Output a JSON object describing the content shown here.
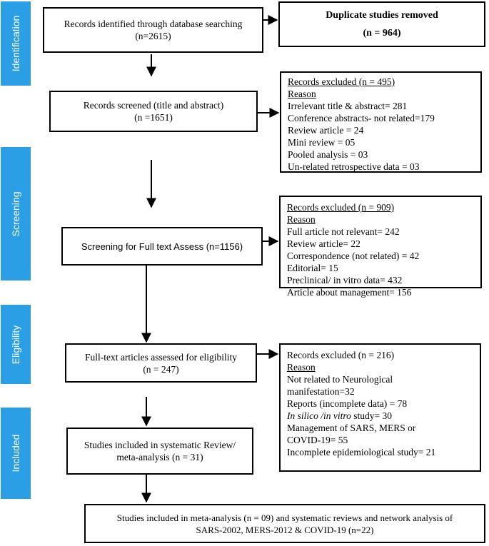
{
  "phases": {
    "identification": "Identification",
    "screening": "Screening",
    "eligibility": "Eligibility",
    "included": "Included"
  },
  "identified": {
    "line1": "Records identified through database searching",
    "line2": "(n=2615)"
  },
  "duplicates": {
    "line1": "Duplicate studies removed",
    "line2": "(n = 964)"
  },
  "screened": {
    "line1": "Records screened (title and abstract)",
    "line2": "(n =1651)"
  },
  "excluded_1": {
    "title": "Records excluded (n = 495)",
    "reason": "Reason",
    "items": [
      "Irrelevant title & abstract= 281",
      "Conference abstracts- not related=179",
      "Review article = 24",
      "Mini review = 05",
      "Pooled analysis = 03",
      "Un-related retrospective data = 03"
    ]
  },
  "fulltext_screen": {
    "line1": "Screening for Full text Assess (n=1156)"
  },
  "excluded_2": {
    "title": "Records excluded (n = 909)",
    "reason": "Reason",
    "items": [
      "Full article not relevant= 242",
      "Review article= 22",
      "Correspondence (not related) = 42",
      "Editorial= 15",
      "Preclinical/ in vitro data= 432",
      "Article about management= 156"
    ]
  },
  "eligibility": {
    "line1": "Full-text articles assessed for eligibility",
    "line2": "(n = 247)"
  },
  "excluded_3": {
    "title": "Records excluded (n = 216)",
    "reason": "Reason",
    "items": [
      "Not related to Neurological",
      "manifestation=32",
      "Reports (incomplete data) = 78"
    ],
    "silico_italic": "In silico /in vitro",
    "silico_rest": " study= 30",
    "items_b": [
      "Management of SARS, MERS or",
      "COVID-19= 55",
      "Incomplete epidemiological study= 21"
    ]
  },
  "included": {
    "line1": "Studies included in systematic Review/",
    "line2": "meta-analysis (n = 31)"
  },
  "final": {
    "line1": "Studies included in meta-analysis (n = 09) and systematic reviews and network analysis of",
    "line2": "SARS-2002, MERS-2012 & COVID-19 (n=22)"
  }
}
